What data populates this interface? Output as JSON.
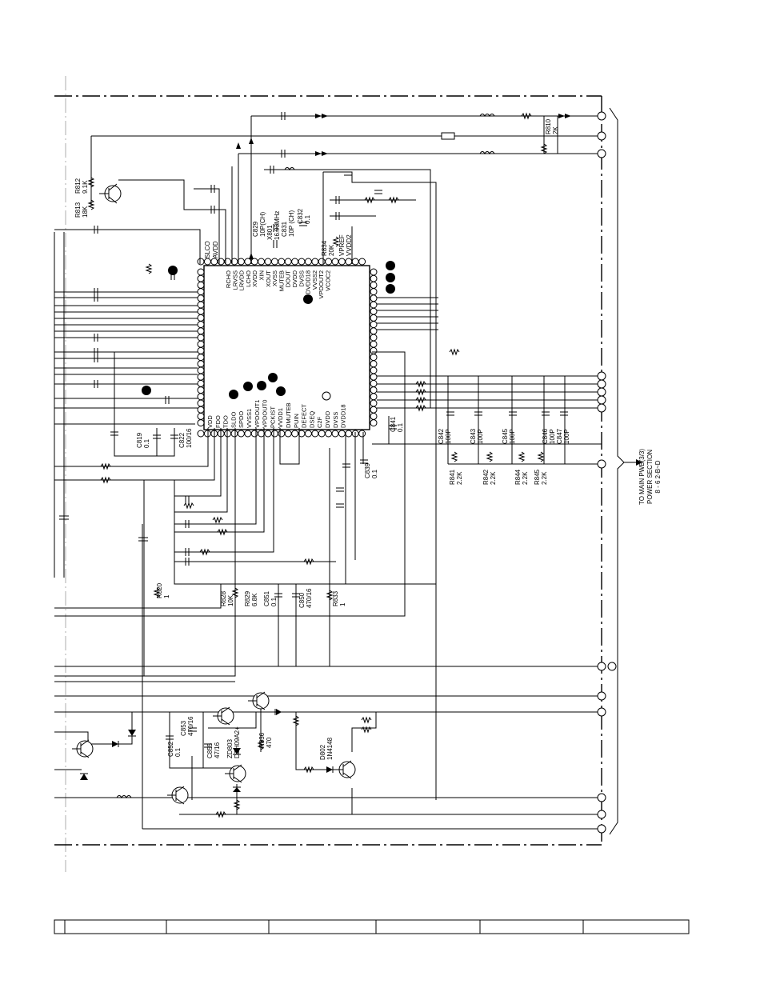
{
  "ic": {
    "top_labels": [
      "SLCO",
      "AVDD"
    ],
    "left_top_labels": [
      "RCHO",
      "LRVSS",
      "LRVDD",
      "LCHO",
      "XVDD",
      "XIN",
      "XOUT",
      "XVSS",
      "MUTEB",
      "DOUT",
      "DVDD",
      "DVSS",
      "DVDD18",
      "VVSS2",
      "VPDOUT2",
      "VCOC2"
    ],
    "bottom_labels": [
      "VDD",
      "FDO",
      "TDO",
      "SLDO",
      "SPDO",
      "VVSS1",
      "VPDOUT1",
      "VPDOUT0",
      "PCKIST",
      "VVDD1",
      "DMUTEB",
      "PUIN",
      "DEFECT",
      "DSEQ",
      "C2F",
      "DVDD",
      "DVSS",
      "DVDD18"
    ]
  },
  "upper_components": [
    {
      "ref": "R813",
      "value": "18K"
    },
    {
      "ref": "R812",
      "value": "9.1K"
    },
    {
      "ref": "C829",
      "value": "10P(CH)"
    },
    {
      "ref": "X801",
      "value": "16.93MHz"
    },
    {
      "ref": "C831",
      "value": "10P (CH)"
    },
    {
      "ref": "C832",
      "value": "0.1"
    },
    {
      "ref": "R834",
      "value": "20K"
    },
    {
      "ref": "VPREF",
      "value": "VVDD2"
    },
    {
      "ref": "R810",
      "value": "2K"
    }
  ],
  "lower_components": [
    {
      "ref": "C819",
      "value": "0.1"
    },
    {
      "ref": "C822",
      "value": "100/16"
    },
    {
      "ref": "C841",
      "value": "0.1"
    },
    {
      "ref": "C839",
      "value": "0.1"
    },
    {
      "ref": "C842",
      "value": "100P"
    },
    {
      "ref": "C843",
      "value": "100P"
    },
    {
      "ref": "C845",
      "value": "100P"
    },
    {
      "ref": "C846",
      "value": "100P"
    },
    {
      "ref": "C847",
      "value": "100P"
    },
    {
      "ref": "R841",
      "value": "2.2K"
    },
    {
      "ref": "R842",
      "value": "2.2K"
    },
    {
      "ref": "R844",
      "value": "2.2K"
    },
    {
      "ref": "R845",
      "value": "2.2K"
    },
    {
      "ref": "R820",
      "value": "1"
    },
    {
      "ref": "R828",
      "value": "10K"
    },
    {
      "ref": "R829",
      "value": "6.8K"
    },
    {
      "ref": "C851",
      "value": "0.1"
    },
    {
      "ref": "C850",
      "value": "470/16"
    },
    {
      "ref": "R833",
      "value": "1"
    },
    {
      "ref": "C853",
      "value": "470/16"
    },
    {
      "ref": "C852",
      "value": "0.1"
    },
    {
      "ref": "C855",
      "value": "47/16"
    },
    {
      "ref": "ZD803",
      "value": "DZH09A2+"
    },
    {
      "ref": "R836",
      "value": "470"
    },
    {
      "ref": "D802",
      "value": "1N4148"
    }
  ],
  "destination": {
    "line1": "TO MAIN PWB(3/3)",
    "line2": "POWER SECTION",
    "line3": "8 - 6 2-B~D"
  }
}
